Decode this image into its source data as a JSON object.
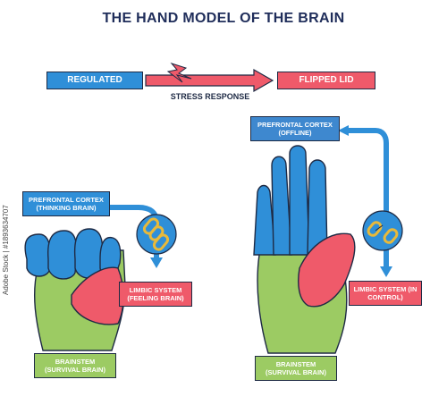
{
  "title": "THE HAND MODEL OF THE BRAIN",
  "top": {
    "regulated": "REGULATED",
    "stress": "STRESS RESPONSE",
    "flipped": "FLIPPED LID"
  },
  "left": {
    "prefrontal": "PREFRONTAL CORTEX (THINKING BRAIN)",
    "limbic": "LIMBIC SYSTEM (FEELING BRAIN)",
    "brainstem": "BRAINSTEM (SURVIVAL BRAIN)"
  },
  "right": {
    "prefrontal": "PREFRONTAL CORTEX (OFFLINE)",
    "limbic": "LIMBIC SYSTEM (IN CONTROL)",
    "brainstem": "BRAINSTEM (SURVIVAL BRAIN)"
  },
  "stock_id": "Adobe Stock | #1893634707",
  "colors": {
    "cortex": "#2f8fd8",
    "limbic": "#ef5a6a",
    "brainstem": "#9ccb63",
    "outline": "#1e2a44"
  }
}
